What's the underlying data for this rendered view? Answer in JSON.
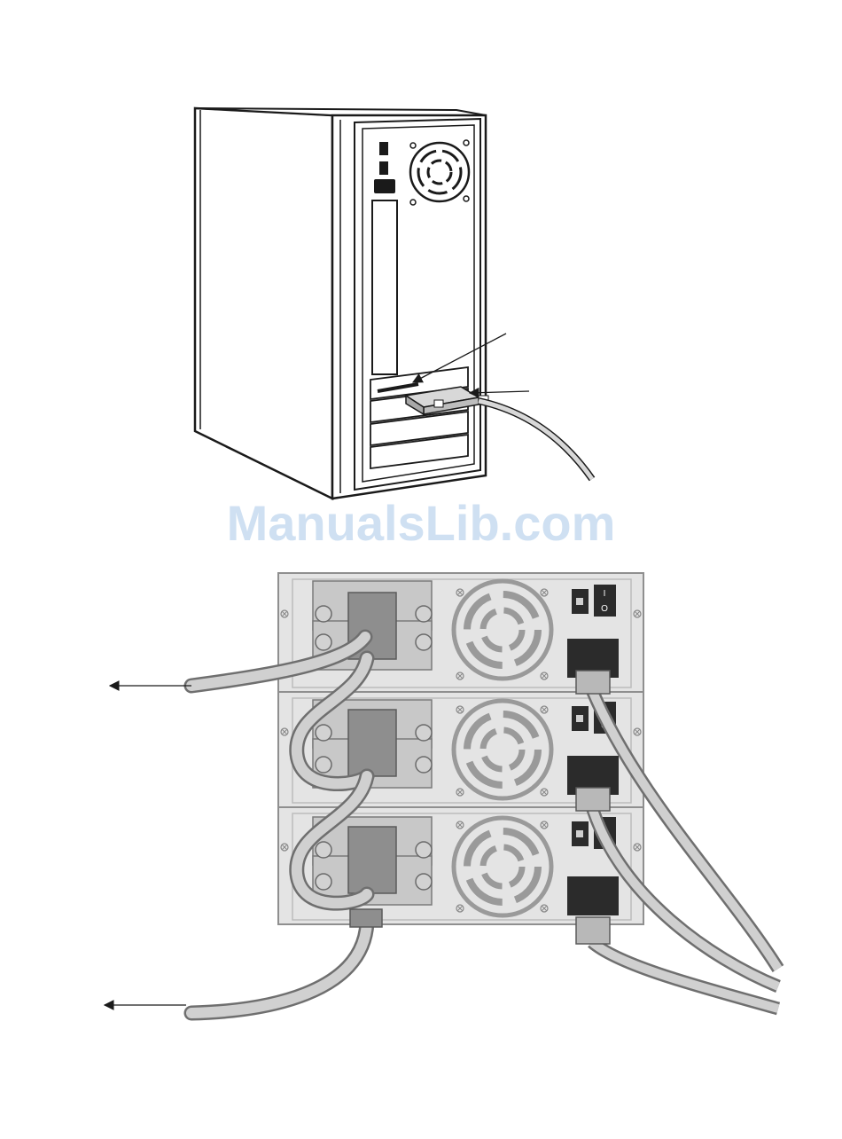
{
  "watermark": {
    "text": "ManualsLib.com"
  },
  "illustration": {
    "upper": {
      "subject": "computer-tower-rear",
      "connectors": [
        "scsi-card-port",
        "scsi-cable-connector"
      ],
      "callouts": 2
    },
    "lower": {
      "subject": "stacked-drive-enclosures",
      "units": 3,
      "callouts": 2
    }
  },
  "colors": {
    "line": "#1a1a1a",
    "enclosure_fill": "#e4e4e4",
    "enclosure_edge": "#8f8f8f",
    "cable_fill": "#cfcfcf",
    "connector_fill": "#9a9a9a",
    "watermark": "#cfe0f2"
  }
}
